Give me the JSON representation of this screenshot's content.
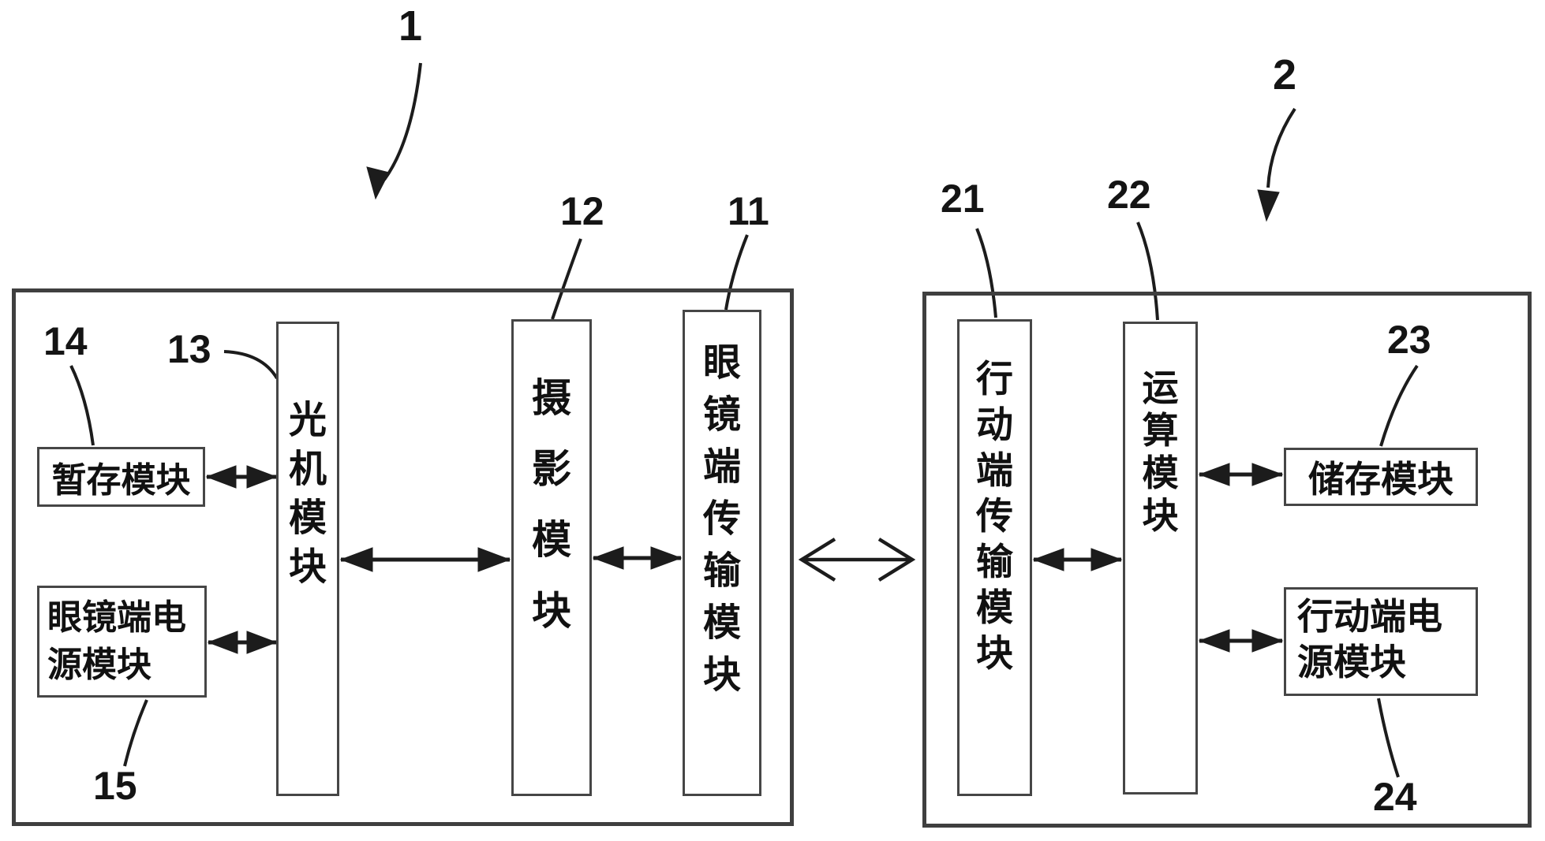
{
  "figure_labels": {
    "l1": "1",
    "l2": "2",
    "l11": "11",
    "l12": "12",
    "l13": "13",
    "l14": "14",
    "l15": "15",
    "l21": "21",
    "l22": "22",
    "l23": "23",
    "l24": "24"
  },
  "modules": {
    "m11": "眼镜端传输模块",
    "m12": "摄影模块",
    "m13": "光机模块",
    "m14": "暂存模块",
    "m15": "眼镜端电源模块",
    "m21": "行动端传输模块",
    "m22": "运算模块",
    "m23": "储存模块",
    "m24": "行动端电源模块"
  },
  "colors": {
    "line": "#1c1c1c",
    "box_border": "#3f3f3f",
    "module_border": "#464646",
    "background": "#ffffff",
    "text": "#111111"
  },
  "connections": [
    {
      "from": "14",
      "to": "13",
      "type": "filled-double-arrow"
    },
    {
      "from": "15",
      "to": "13",
      "type": "filled-double-arrow"
    },
    {
      "from": "13",
      "to": "12",
      "type": "filled-double-arrow"
    },
    {
      "from": "12",
      "to": "11",
      "type": "filled-double-arrow"
    },
    {
      "from": "system-1",
      "to": "system-2",
      "type": "open-double-arrow"
    },
    {
      "from": "21",
      "to": "22",
      "type": "filled-double-arrow"
    },
    {
      "from": "22",
      "to": "23",
      "type": "filled-double-arrow"
    },
    {
      "from": "22",
      "to": "24",
      "type": "filled-double-arrow"
    }
  ]
}
